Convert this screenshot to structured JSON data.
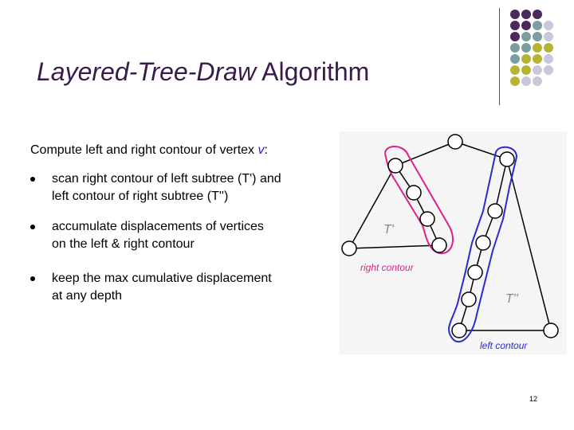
{
  "title": {
    "italic_part": "Layered-Tree-Draw",
    "rest": " Algorithm"
  },
  "intro": {
    "prefix": "Compute left and right contour of vertex ",
    "var": "v",
    "suffix": ":"
  },
  "bullets": [
    {
      "line1": "scan right contour of left subtree (T') and",
      "line2": "left contour of right subtree (T'')"
    },
    {
      "line1": "accumulate displacements of vertices",
      "line2": "on the left & right contour"
    },
    {
      "line1": "keep the max cumulative displacement",
      "line2": "at any depth"
    }
  ],
  "figure": {
    "label_left_subtree": "T'",
    "label_right_subtree": "T''",
    "label_right_contour": "right contour",
    "label_left_contour": "left contour"
  },
  "page_number": "12",
  "colors": {
    "title": "#3a1c4a",
    "dot_purple": "#4a2a5c",
    "dot_teal": "#7a9ea0",
    "dot_olive": "#b5b533",
    "dot_lavender": "#c8c8dc",
    "right_contour": "#e0208a",
    "left_contour": "#2a2ad0"
  }
}
